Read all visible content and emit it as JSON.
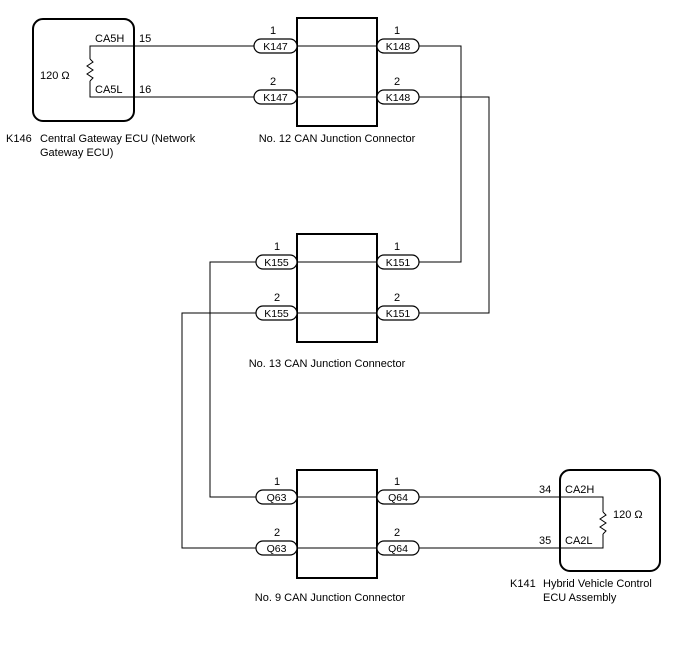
{
  "ecu_k146": {
    "code": "K146",
    "name_line1": "Central Gateway ECU (Network",
    "name_line2": "Gateway ECU)",
    "resistor": "120 Ω",
    "pin_high": "CA5H",
    "pin_low": "CA5L",
    "pin_high_no": "15",
    "pin_low_no": "16"
  },
  "ecu_k141": {
    "code": "K141",
    "name_line1": "Hybrid Vehicle Control",
    "name_line2": "ECU Assembly",
    "resistor": "120 Ω",
    "pin_high": "CA2H",
    "pin_low": "CA2L",
    "pin_high_no": "34",
    "pin_low_no": "35"
  },
  "jc12": {
    "label": "No. 12 CAN Junction Connector",
    "left": "K147",
    "right": "K148",
    "pin1": "1",
    "pin2": "2"
  },
  "jc13": {
    "label": "No. 13 CAN Junction Connector",
    "left": "K155",
    "right": "K151",
    "pin1": "1",
    "pin2": "2"
  },
  "jc9": {
    "label": "No. 9 CAN Junction Connector",
    "left": "Q63",
    "right": "Q64",
    "pin1": "1",
    "pin2": "2"
  }
}
